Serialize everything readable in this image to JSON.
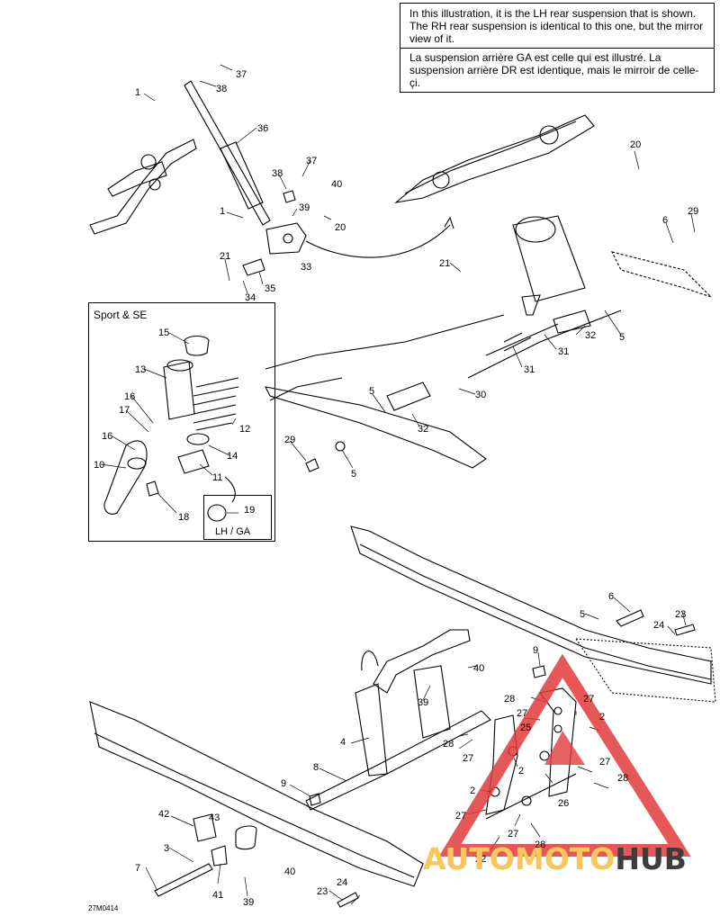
{
  "note": {
    "en": "In this illustration, it is the LH rear suspension that is shown. The RH rear suspension is identical to this one, but the mirror view of it.",
    "fr": "La suspension arrière GA est celle qui est illustré. La suspension arrière DR est identique, mais le mirroir de celle-çi."
  },
  "inset": {
    "title": "Sport & SE",
    "lh_label": "LH / GA",
    "lh_part": "19"
  },
  "drawing_code": "27M0414",
  "watermark": {
    "part1": "AUTO",
    "part2": "MOTO",
    "part3": "HUB"
  },
  "callouts": {
    "c1a": "1",
    "c37a": "37",
    "c38a": "38",
    "c36": "36",
    "c38b": "38",
    "c37b": "37",
    "c40a": "40",
    "c1b": "1",
    "c39a": "39",
    "c20a": "20",
    "c21a": "21",
    "c33": "33",
    "c34": "34",
    "c35": "35",
    "c20b": "20",
    "c6a": "6",
    "c29a": "29",
    "c21b": "21",
    "c32a": "32",
    "c5a": "5",
    "c31a": "31",
    "c31b": "31",
    "c30": "30",
    "c5b": "5",
    "c32b": "32",
    "c29b": "29",
    "c5c": "5",
    "c15": "15",
    "c13": "13",
    "c16a": "16",
    "c17": "17",
    "c12": "12",
    "c16b": "16",
    "c14": "14",
    "c10": "10",
    "c11": "11",
    "c18": "18",
    "c6b": "6",
    "c5d": "5",
    "c23a": "23",
    "c24a": "24",
    "c9a": "9",
    "c40b": "40",
    "c28a": "28",
    "c27a": "27",
    "c2a": "2",
    "c27b": "27",
    "c39b": "39",
    "c4": "4",
    "c25": "25",
    "c28b": "28",
    "c27c": "27",
    "c2b": "2",
    "c27d": "27",
    "c28c": "28",
    "c8": "8",
    "c9b": "9",
    "c2c": "2",
    "c26": "26",
    "c27e": "27",
    "c27f": "27",
    "c28d": "28",
    "c42": "42",
    "c43": "43",
    "c3": "3",
    "c22": "22",
    "c7": "7",
    "c41": "41",
    "c40c": "40",
    "c39c": "39",
    "c23b": "23",
    "c24b": "24"
  }
}
